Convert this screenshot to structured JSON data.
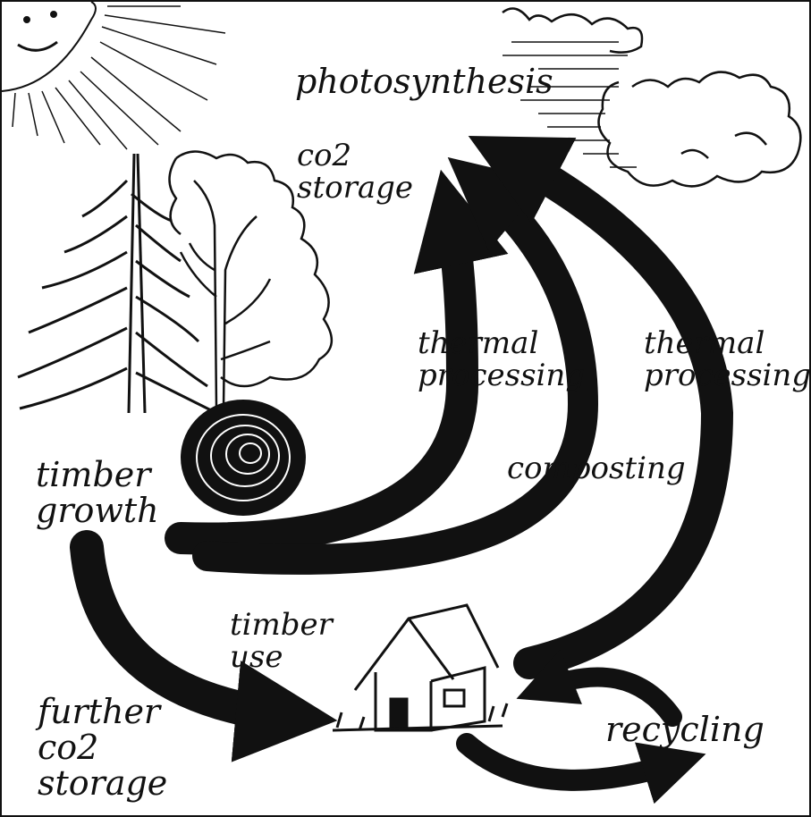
{
  "diagram": {
    "labels": {
      "photosynthesis": "photosynthesis",
      "co2_storage": "co2\nstorage",
      "thermal_processing_1": "thermal\nprocessing",
      "thermal_processing_2": "thermal\nprocessing",
      "composting": "composting",
      "timber_growth": "timber\ngrowth",
      "timber_use": "timber\nuse",
      "further_co2_storage": "further\nco2\nstorage",
      "recycling": "recycling"
    },
    "colors": {
      "ink": "#111111",
      "paper": "#ffffff"
    }
  }
}
